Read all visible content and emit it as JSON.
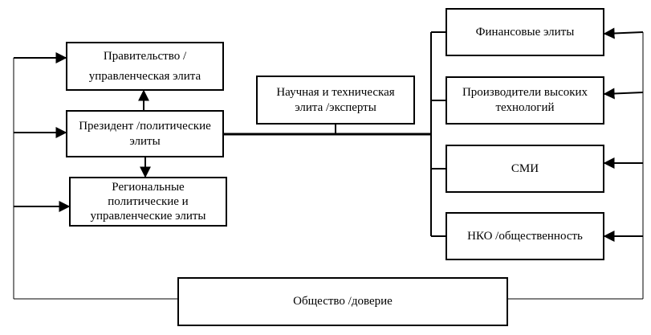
{
  "boxes": {
    "government": [
      "Правительство  /",
      "управленческая  элита"
    ],
    "president": [
      "Президент /политические",
      "элиты"
    ],
    "regional": [
      "Региональные",
      "политические  и",
      "управленческие элиты"
    ],
    "science": [
      "Научная  и  техническая",
      "элита /эксперты"
    ],
    "financial": [
      "Финансовые  элиты"
    ],
    "hightech": [
      "Производители  высоких",
      "технологий"
    ],
    "media": [
      "СМИ"
    ],
    "ngo": [
      "НКО /общественность"
    ],
    "society": [
      "Общество /доверие"
    ]
  }
}
